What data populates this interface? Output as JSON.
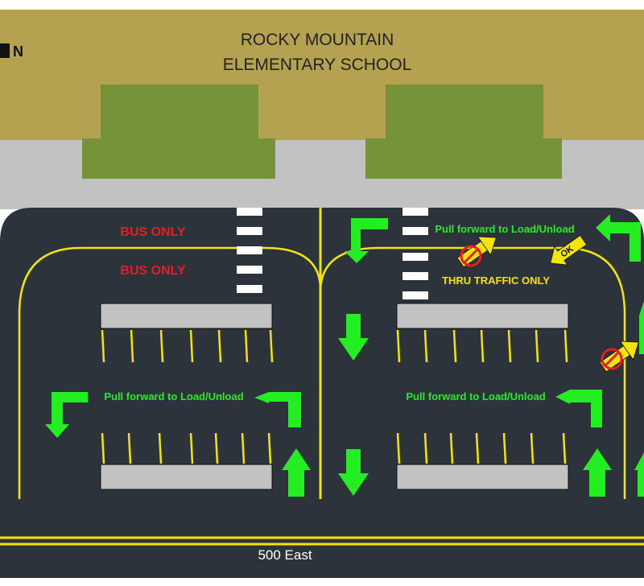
{
  "school": {
    "name_line1": "ROCKY MOUNTAIN",
    "name_line2": "ELEMENTARY SCHOOL"
  },
  "north_indicator": "N",
  "labels": {
    "bus_only_1": "BUS ONLY",
    "bus_only_2": "BUS ONLY",
    "pull_forward_top_right": "Pull forward to Load/Unload",
    "pull_forward_left": "Pull forward to Load/Unload",
    "pull_forward_right": "Pull forward to Load/Unload",
    "thru_traffic": "THRU TRAFFIC ONLY",
    "ok": "OK"
  },
  "street": {
    "name": "500 East"
  },
  "colors": {
    "building": "#b5a250",
    "building_wings": "#76933a",
    "sidewalk": "#c2c2c2",
    "asphalt": "#2d333b",
    "lane_line": "#f4e600",
    "bus_text": "#e31e24",
    "arrow_green": "#22ee22",
    "curb": "#c2c2c2"
  }
}
